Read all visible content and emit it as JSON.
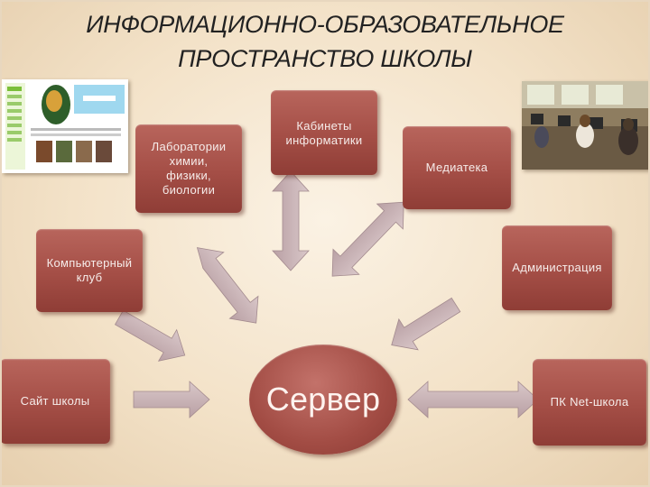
{
  "title": {
    "line1": "ИНФОРМАЦИОННО-ОБРАЗОВАТЕЛЬНОЕ",
    "line2": "ПРОСТРАНСТВО ШКОЛЫ"
  },
  "nodes": {
    "labs": "Лаборатории химии, физики, биологии",
    "informatics": "Кабинеты информатики",
    "mediateka": "Медиатека",
    "computer_club": "Компьютерный клуб",
    "administration": "Администрация",
    "school_site": "Сайт школы",
    "server": "Сервер",
    "netschool": "ПК Net-школа"
  },
  "colors": {
    "node_fill": "#a44e46",
    "arrow_fill": "#c9b3b6",
    "background": "#f3e2c8"
  }
}
